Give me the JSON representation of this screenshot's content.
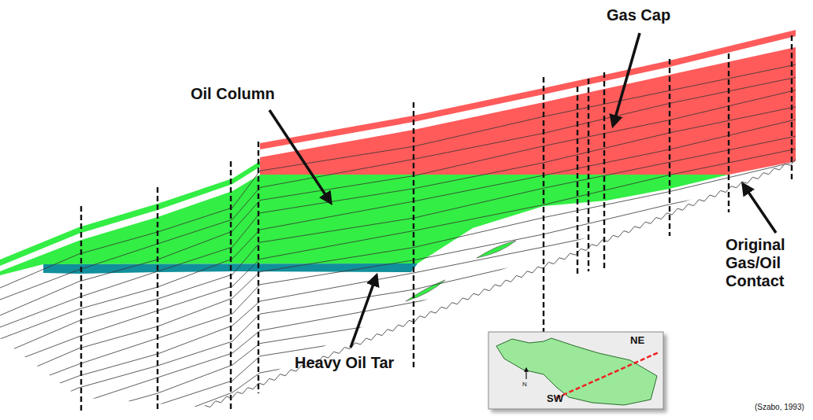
{
  "diagram": {
    "labels": [
      "Gas Cap",
      "Oil Column",
      "Heavy Oil Tar",
      "Original Gas/Oil Contact",
      "NE",
      "SW",
      "N",
      "(Szabo, 1993)"
    ]
  }
}
